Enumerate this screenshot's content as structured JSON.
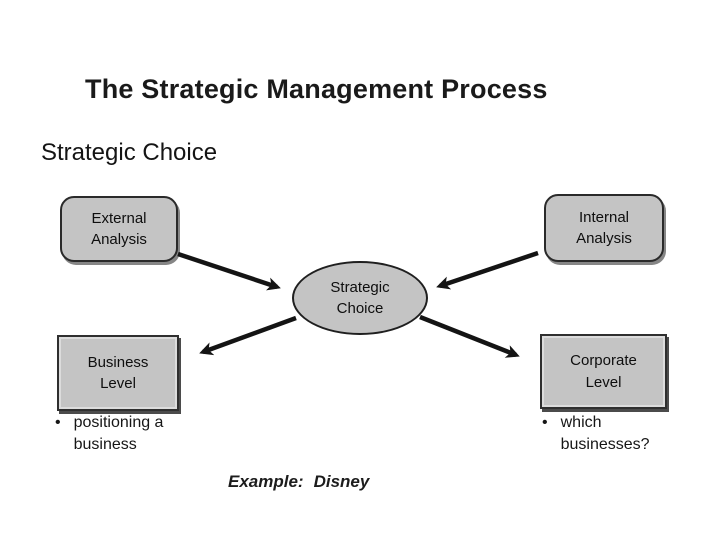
{
  "slide": {
    "title": "The Strategic Management Process",
    "subtitle": "Strategic Choice",
    "diagram": {
      "external_label": "External Analysis",
      "internal_label": "Internal Analysis",
      "center_label": "Strategic Choice",
      "business_label": "Business Level",
      "corporate_label": "Corporate Level"
    },
    "bullets": {
      "marker": "•",
      "left_text": "positioning a business",
      "right_text": "which businesses?"
    },
    "example": {
      "label": "Example:",
      "value": "Disney"
    },
    "colors": {
      "background": "#ffffff",
      "shape_fill": "#c4c4c4",
      "shape_border": "#2a2a2a",
      "arrow": "#141414",
      "title_text": "#1a1a1a",
      "body_text": "#161616"
    }
  }
}
